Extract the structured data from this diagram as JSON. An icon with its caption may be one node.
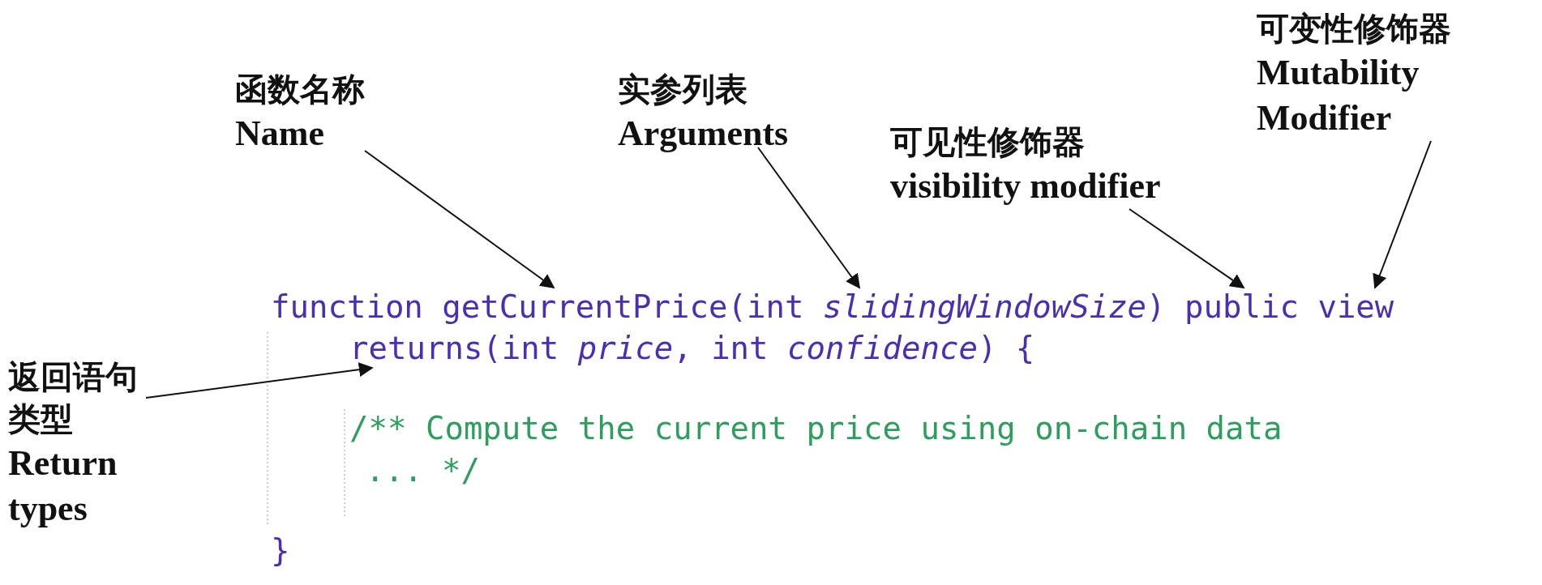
{
  "diagram": {
    "nodes": [
      {
        "text": [
          "函数名称",
          "Name"
        ]
      },
      {
        "text": [
          "实参列表",
          "Arguments"
        ]
      },
      {
        "text": [
          "可见性修饰器",
          "visibility modifier"
        ]
      },
      {
        "text": [
          "可变性修饰器",
          "Mutability Modifier"
        ]
      },
      {
        "text": [
          "返回语句类型",
          "Return types"
        ]
      },
      {
        "text": [
          "function getCurrentPrice(int *slidingWindowSize*) public view"
        ]
      },
      {
        "text": [
          "returns(int *price*, int *confidence*) {"
        ]
      }
    ],
    "edges": [
      {
        "from": 0,
        "to": 5,
        "arrow": "to"
      },
      {
        "from": 1,
        "to": 5,
        "arrow": "to"
      },
      {
        "from": 2,
        "to": 5,
        "arrow": "to"
      },
      {
        "from": 3,
        "to": 5,
        "arrow": "to"
      },
      {
        "from": 4,
        "to": 6,
        "arrow": "to"
      }
    ],
    "labels": [
      "/** Compute the current price using on-chain data",
      "... */",
      "}"
    ]
  }
}
